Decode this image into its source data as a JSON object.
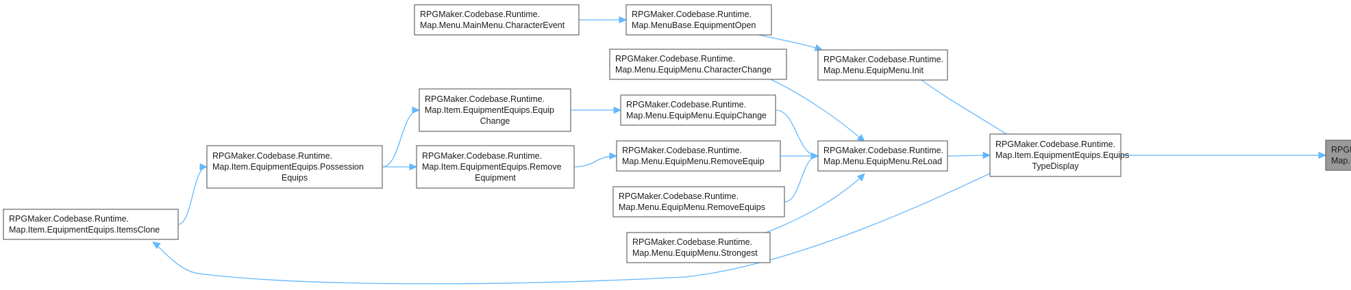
{
  "colors": {
    "edge": "#63b8ff",
    "box_border": "#666666",
    "box_fill": "#ffffff",
    "highlight_fill": "#999999"
  },
  "nodes": [
    {
      "id": "item_select",
      "lines": [
        "RPGMaker.Codebase.Runtime.",
        "Map.Item.EquipmentEquips.ItemSelect"
      ],
      "highlight": true
    },
    {
      "id": "equips_type_display",
      "lines": [
        "RPGMaker.Codebase.Runtime.",
        "Map.Item.EquipmentEquips.Equips",
        "TypeDisplay"
      ],
      "highlight": false
    },
    {
      "id": "equip_menu_init",
      "lines": [
        "RPGMaker.Codebase.Runtime.",
        "Map.Menu.EquipMenu.Init"
      ],
      "highlight": false
    },
    {
      "id": "equip_menu_reload",
      "lines": [
        "RPGMaker.Codebase.Runtime.",
        "Map.Menu.EquipMenu.ReLoad"
      ],
      "highlight": false
    },
    {
      "id": "equipment_open",
      "lines": [
        "RPGMaker.Codebase.Runtime.",
        "Map.MenuBase.EquipmentOpen"
      ],
      "highlight": false
    },
    {
      "id": "character_event",
      "lines": [
        "RPGMaker.Codebase.Runtime.",
        "Map.Menu.MainMenu.CharacterEvent"
      ],
      "highlight": false
    },
    {
      "id": "character_change",
      "lines": [
        "RPGMaker.Codebase.Runtime.",
        "Map.Menu.EquipMenu.CharacterChange"
      ],
      "highlight": false
    },
    {
      "id": "menu_equip_change",
      "lines": [
        "RPGMaker.Codebase.Runtime.",
        "Map.Menu.EquipMenu.EquipChange"
      ],
      "highlight": false
    },
    {
      "id": "remove_equip",
      "lines": [
        "RPGMaker.Codebase.Runtime.",
        "Map.Menu.EquipMenu.RemoveEquip"
      ],
      "highlight": false
    },
    {
      "id": "remove_equips",
      "lines": [
        "RPGMaker.Codebase.Runtime.",
        "Map.Menu.EquipMenu.RemoveEquips"
      ],
      "highlight": false
    },
    {
      "id": "strongest",
      "lines": [
        "RPGMaker.Codebase.Runtime.",
        "Map.Menu.EquipMenu.Strongest"
      ],
      "highlight": false
    },
    {
      "id": "item_equip_change",
      "lines": [
        "RPGMaker.Codebase.Runtime.",
        "Map.Item.EquipmentEquips.Equip",
        "Change"
      ],
      "highlight": false
    },
    {
      "id": "remove_equipment",
      "lines": [
        "RPGMaker.Codebase.Runtime.",
        "Map.Item.EquipmentEquips.Remove",
        "Equipment"
      ],
      "highlight": false
    },
    {
      "id": "possession_equips",
      "lines": [
        "RPGMaker.Codebase.Runtime.",
        "Map.Item.EquipmentEquips.Possession",
        "Equips"
      ],
      "highlight": false
    },
    {
      "id": "items_clone",
      "lines": [
        "RPGMaker.Codebase.Runtime.",
        "Map.Item.EquipmentEquips.ItemsClone"
      ],
      "highlight": false
    }
  ],
  "edges": [
    {
      "from": "equips_type_display",
      "to": "item_select"
    },
    {
      "from": "equip_menu_init",
      "to": "equips_type_display"
    },
    {
      "from": "equip_menu_reload",
      "to": "equips_type_display"
    },
    {
      "from": "equips_type_display",
      "to": "items_clone"
    },
    {
      "from": "equipment_open",
      "to": "equip_menu_init"
    },
    {
      "from": "character_event",
      "to": "equipment_open"
    },
    {
      "from": "character_change",
      "to": "equip_menu_reload"
    },
    {
      "from": "menu_equip_change",
      "to": "equip_menu_reload"
    },
    {
      "from": "remove_equip",
      "to": "equip_menu_reload"
    },
    {
      "from": "remove_equips",
      "to": "equip_menu_reload"
    },
    {
      "from": "strongest",
      "to": "equip_menu_reload"
    },
    {
      "from": "item_equip_change",
      "to": "menu_equip_change"
    },
    {
      "from": "remove_equipment",
      "to": "remove_equip"
    },
    {
      "from": "possession_equips",
      "to": "item_equip_change"
    },
    {
      "from": "possession_equips",
      "to": "remove_equipment"
    },
    {
      "from": "items_clone",
      "to": "possession_equips"
    }
  ]
}
